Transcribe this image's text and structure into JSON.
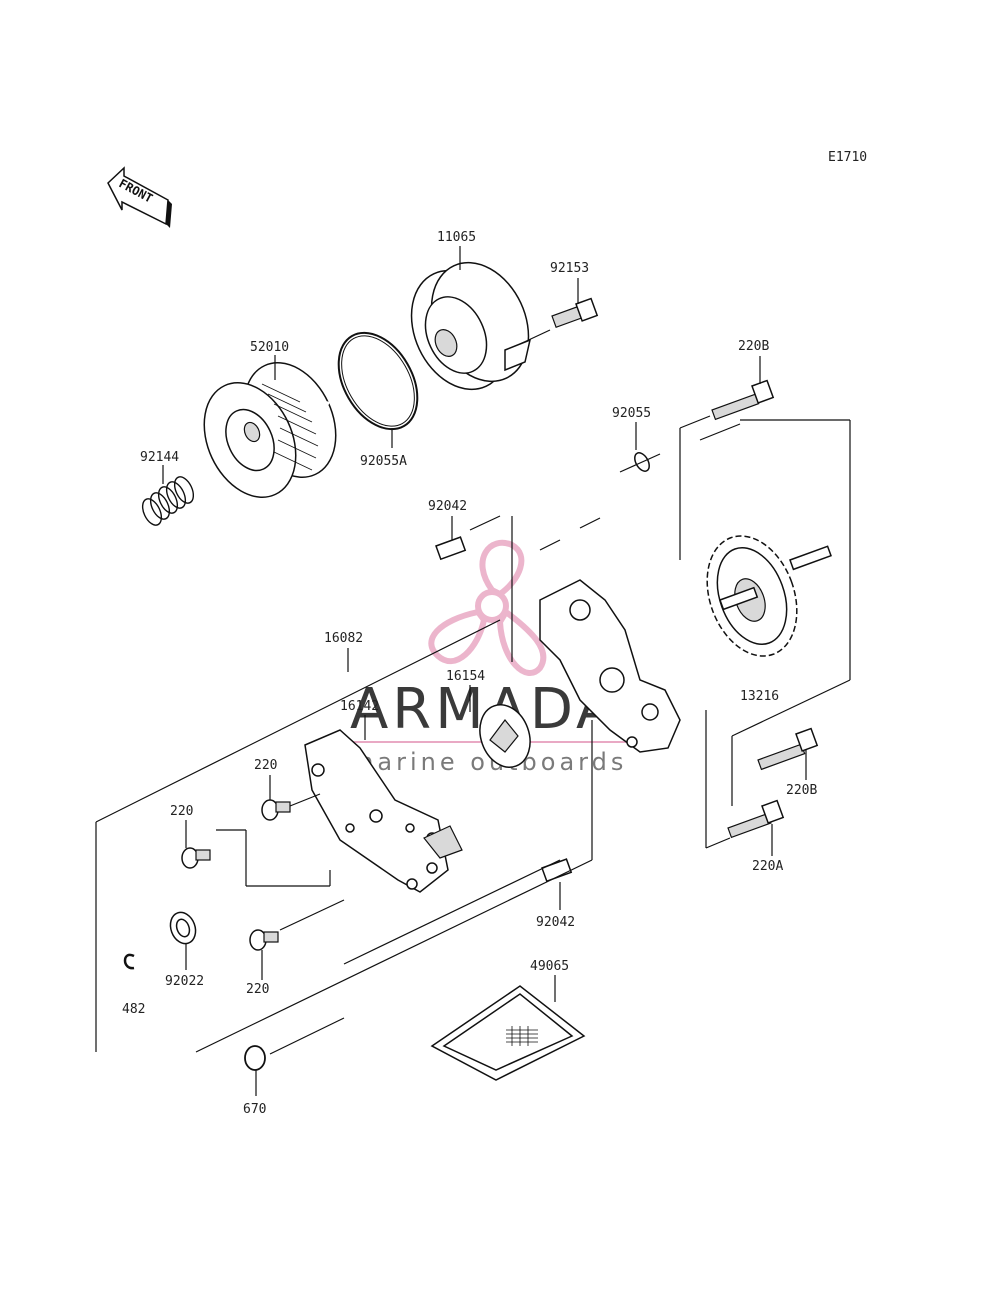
{
  "diagram_code": "E1710",
  "front_label": "FRONT",
  "watermark": {
    "brand": "ARMADA",
    "tagline": "marine outboards",
    "logo_color": "#e9a9c4"
  },
  "parts": [
    {
      "id": "p11065",
      "number": "11065"
    },
    {
      "id": "p92153",
      "number": "92153"
    },
    {
      "id": "p52010",
      "number": "52010"
    },
    {
      "id": "p220B_top",
      "number": "220B"
    },
    {
      "id": "p92055",
      "number": "92055"
    },
    {
      "id": "p92144",
      "number": "92144"
    },
    {
      "id": "p92055A",
      "number": "92055A"
    },
    {
      "id": "p92042_top",
      "number": "92042"
    },
    {
      "id": "p16082",
      "number": "16082"
    },
    {
      "id": "p16154",
      "number": "16154"
    },
    {
      "id": "p13216",
      "number": "13216"
    },
    {
      "id": "p16142",
      "number": "16142"
    },
    {
      "id": "p220_a",
      "number": "220"
    },
    {
      "id": "p220B_bottom",
      "number": "220B"
    },
    {
      "id": "p220_b",
      "number": "220"
    },
    {
      "id": "p220A",
      "number": "220A"
    },
    {
      "id": "p92042_bottom",
      "number": "92042"
    },
    {
      "id": "p92022",
      "number": "92022"
    },
    {
      "id": "p220_c",
      "number": "220"
    },
    {
      "id": "p482",
      "number": "482"
    },
    {
      "id": "p49065",
      "number": "49065"
    },
    {
      "id": "p670",
      "number": "670"
    }
  ]
}
